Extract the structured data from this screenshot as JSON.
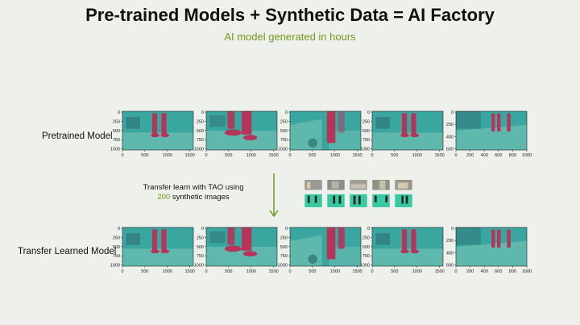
{
  "title": "Pre-trained Models + Synthetic Data = AI Factory",
  "subtitle": "AI model generated in hours",
  "rows": [
    {
      "label": "Pretrained Model"
    },
    {
      "label": "Transfer Learned Model"
    }
  ],
  "transfer": {
    "line1": "Transfer learn with TAO using",
    "count": "200",
    "line2": " synthetic images"
  },
  "colors": {
    "accent": "#6f9a1c",
    "scene_teal": "#3aa6a0",
    "floor": "#5fb8ac",
    "person": "#b5345a",
    "dark": "#2f6e74"
  },
  "panels": [
    {
      "scene": "feet",
      "xticks": [
        "0",
        "500",
        "1000",
        "1500"
      ],
      "yticks": [
        "0",
        "250",
        "500",
        "750",
        "1000"
      ]
    },
    {
      "scene": "shoe",
      "xticks": [
        "0",
        "500",
        "1000",
        "1500"
      ],
      "yticks": [
        "0",
        "250",
        "500",
        "750",
        "1000"
      ]
    },
    {
      "scene": "robot",
      "xticks": [
        "0",
        "500",
        "1000",
        "1500"
      ],
      "yticks": [
        "0",
        "250",
        "500",
        "750",
        "1000"
      ]
    },
    {
      "scene": "feet2",
      "xticks": [
        "0",
        "500",
        "1000",
        "1500"
      ],
      "yticks": [
        "0",
        "250",
        "500",
        "750",
        "1000"
      ]
    },
    {
      "scene": "walkers",
      "xticks": [
        "0",
        "200",
        "400",
        "600",
        "800",
        "1000"
      ],
      "yticks": [
        "0",
        "200",
        "400",
        "600"
      ]
    }
  ]
}
